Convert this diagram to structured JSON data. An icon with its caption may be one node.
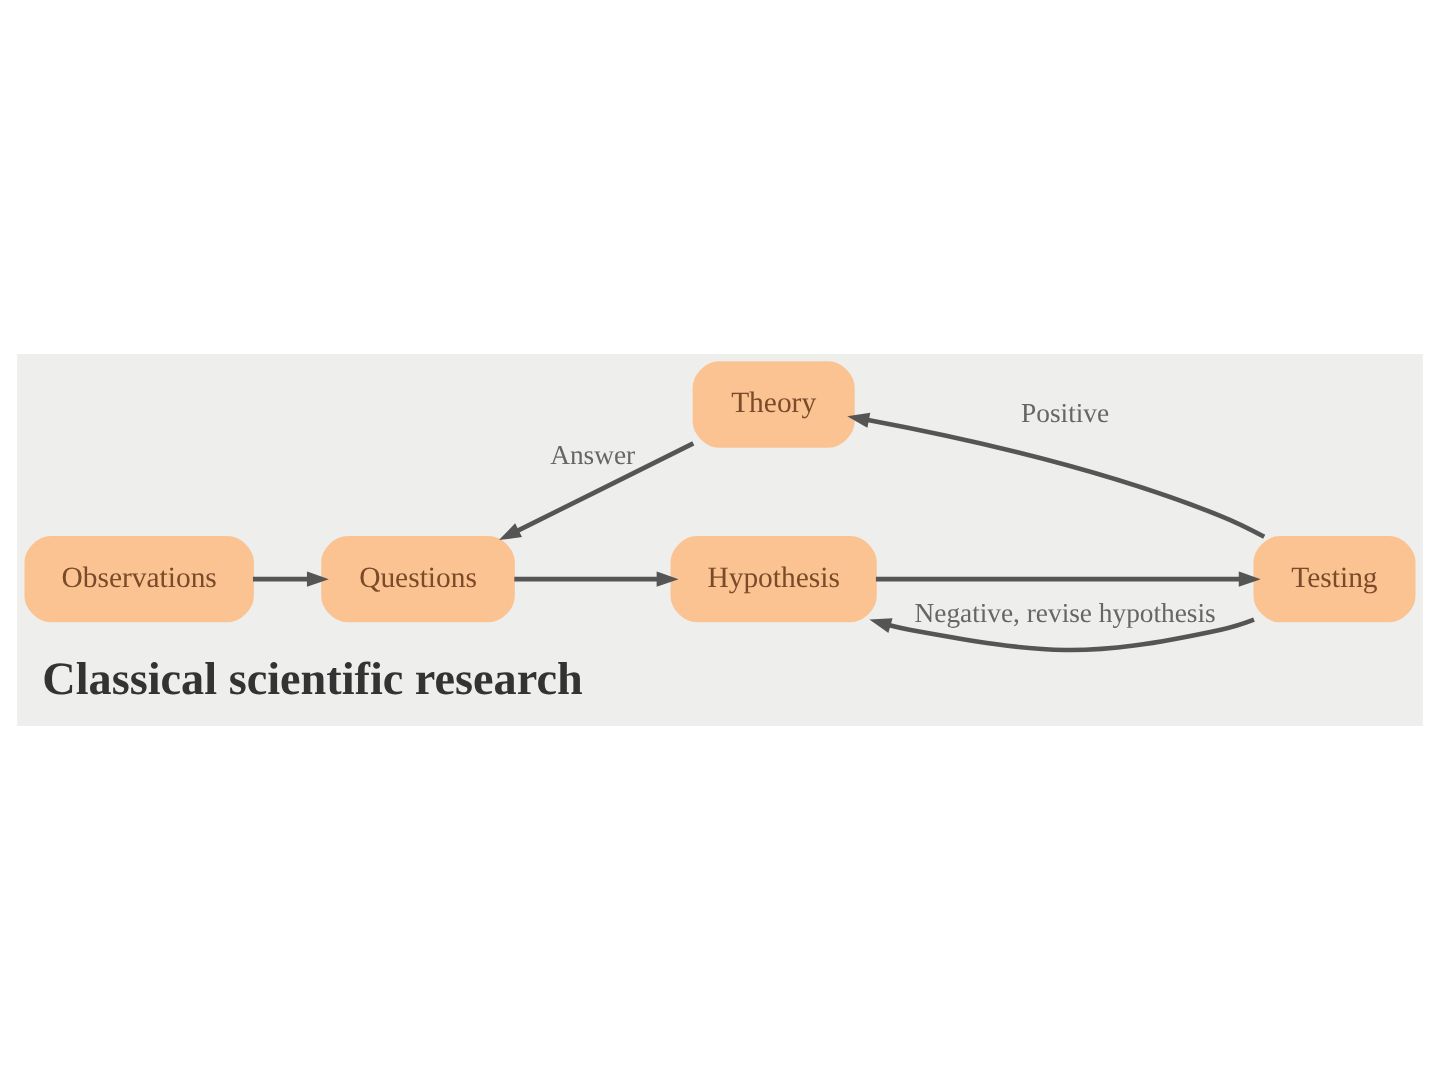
{
  "diagram": {
    "title": "Classical scientific research",
    "nodes": [
      {
        "text": [
          "Theory"
        ]
      },
      {
        "text": [
          "Observations"
        ]
      },
      {
        "text": [
          "Questions"
        ]
      },
      {
        "text": [
          "Hypothesis"
        ]
      },
      {
        "text": [
          "Testing"
        ]
      }
    ],
    "edges": [
      {
        "from": 1,
        "to": 2,
        "arrow": "to"
      },
      {
        "from": 2,
        "to": 3,
        "arrow": "to"
      },
      {
        "from": 3,
        "to": 4,
        "arrow": "to"
      },
      {
        "from": 4,
        "to": 0,
        "arrow": "to",
        "label": "Positive"
      },
      {
        "from": 0,
        "to": 2,
        "arrow": "to",
        "label": "Answer"
      },
      {
        "from": 4,
        "to": 3,
        "arrow": "to",
        "label": "Negative, revise hypothesis"
      }
    ]
  }
}
